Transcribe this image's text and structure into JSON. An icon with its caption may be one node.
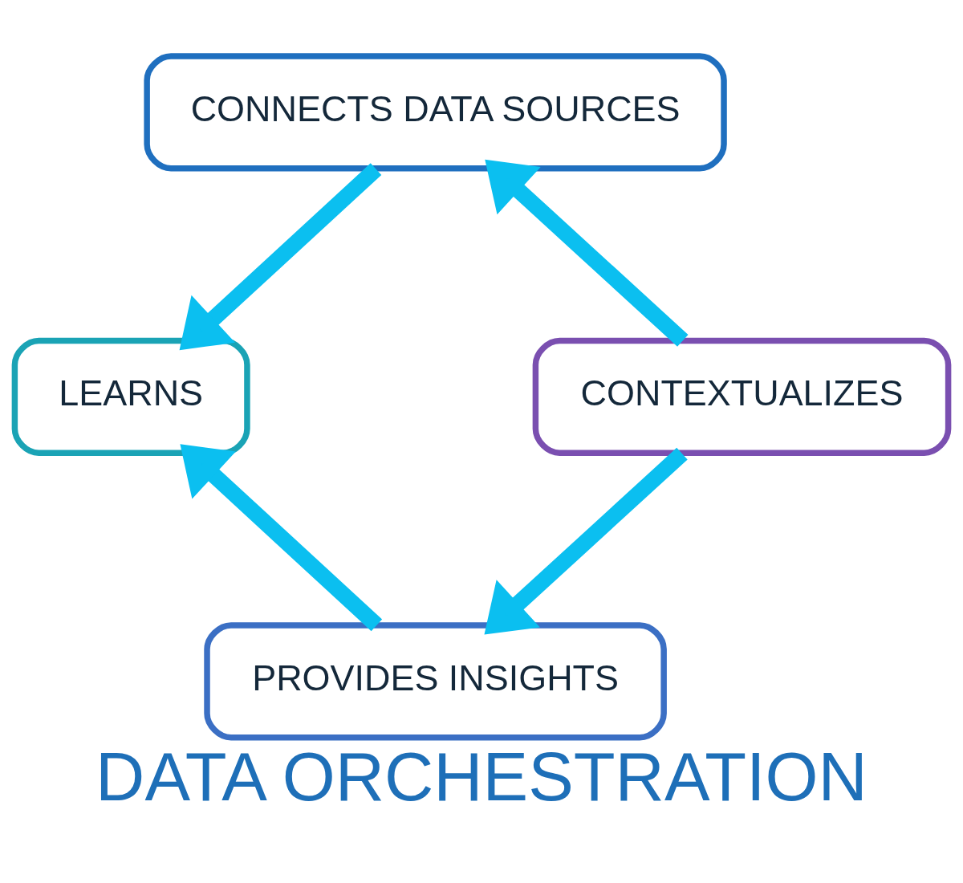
{
  "diagram": {
    "title": "DATA ORCHESTRATION",
    "nodes": [
      {
        "text": [
          "CONNECTS DATA SOURCES"
        ]
      },
      {
        "text": [
          "LEARNS"
        ]
      },
      {
        "text": [
          "PROVIDES INSIGHTS"
        ]
      },
      {
        "text": [
          "CONTEXTUALIZES"
        ]
      }
    ],
    "edges": [
      {
        "from": 0,
        "to": 1,
        "arrow": "to"
      },
      {
        "from": 2,
        "to": 1,
        "arrow": "to"
      },
      {
        "from": 3,
        "to": 2,
        "arrow": "to"
      },
      {
        "from": 3,
        "to": 0,
        "arrow": "to"
      }
    ]
  }
}
